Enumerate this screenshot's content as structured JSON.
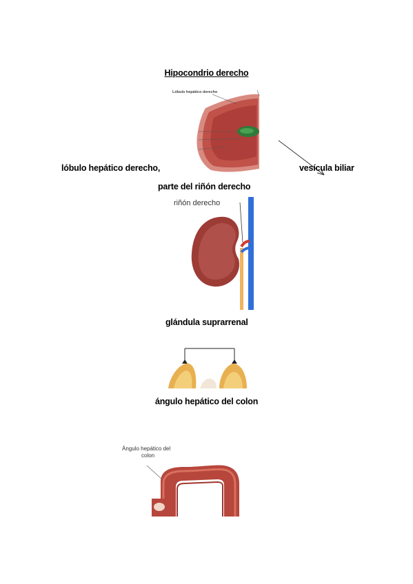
{
  "title": "Hipocondrio derecho",
  "labels": {
    "lobule": "lóbulo hepático derecho,",
    "gallbladder": "vesícula biliar",
    "kidney_part": "parte del riñón derecho",
    "adrenal": "glándula suprarrenal",
    "hepatic_angle": "ángulo hepático del colon"
  },
  "figures": {
    "liver_caption": "Lóbulo hepático derecho",
    "kidney_caption": "riñón derecho",
    "colon_caption_line1": "Ángulo hepático del",
    "colon_caption_line2": "colon"
  }
}
